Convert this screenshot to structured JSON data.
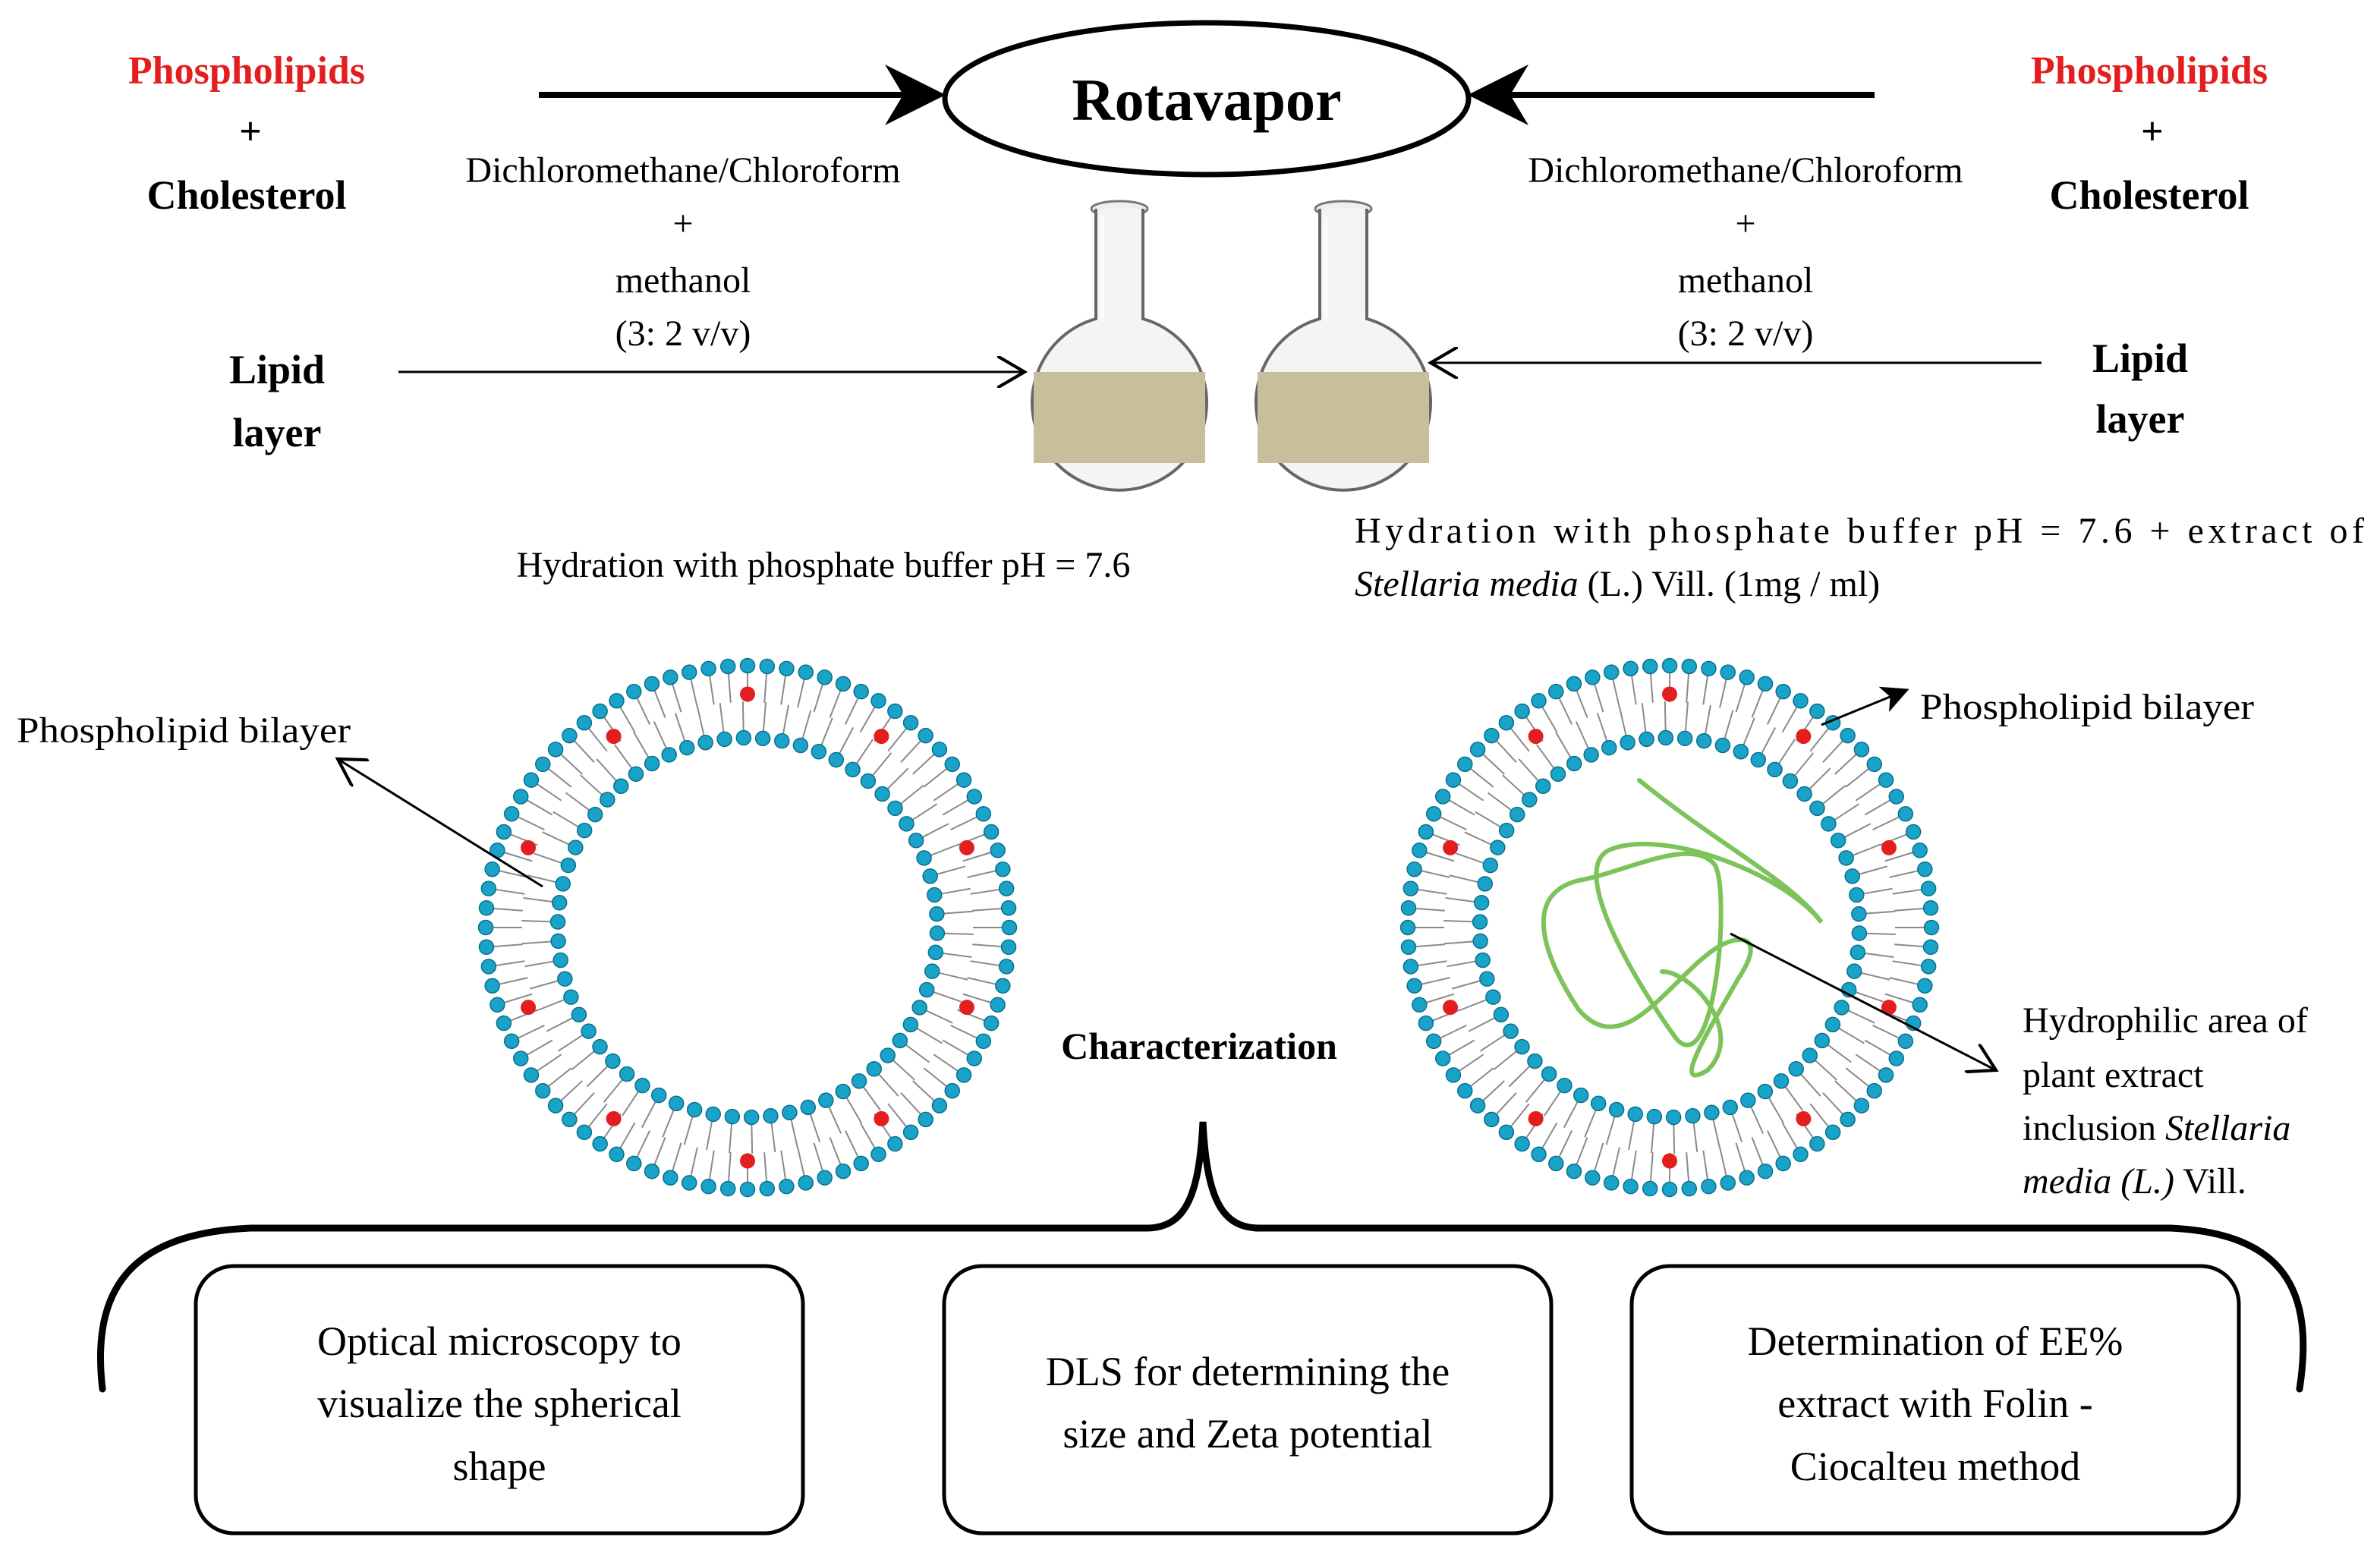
{
  "colors": {
    "red": "#e41e1e",
    "head": "#1aa3c9",
    "head_stroke": "#0b6f8c",
    "tail": "#8a8a8a",
    "liquid": "#c7bf9b",
    "plant": "#7cc35a"
  },
  "left_inputs": {
    "phospholipids": "Phospholipids",
    "plus": "+",
    "cholesterol": "Cholesterol"
  },
  "right_inputs": {
    "phospholipids": "Phospholipids",
    "plus": "+",
    "cholesterol": "Cholesterol"
  },
  "rotavapor": "Rotavapor",
  "left_solvent": {
    "line1": "Dichloromethane/Chloroform",
    "line2": "+",
    "line3": "methanol",
    "line4": "(3: 2 v/v)"
  },
  "right_solvent": {
    "line1": "Dichloromethane/Chloroform",
    "line2": "+",
    "line3": "methanol",
    "line4": "(3: 2 v/v)"
  },
  "left_lipid": {
    "line1": "Lipid",
    "line2": "layer"
  },
  "right_lipid": {
    "line1": "Lipid",
    "line2": "layer"
  },
  "left_hydration": "Hydration with phosphate buffer pH = 7.6",
  "right_hydration": {
    "line1": "Hydration with phosphate buffer pH = 7.6 + extract of",
    "line2_italic": "Stellaria media",
    "line2_rest": " (L.) Vill. (1mg / ml)"
  },
  "left_bilayer_label": "Phospholipid bilayer",
  "right_bilayer_label": "Phospholipid bilayer",
  "hydrophilic": {
    "line1": "Hydrophilic area of",
    "line2": "plant extract",
    "line3_plain": "inclusion ",
    "line3_italic": "Stellaria",
    "line4_italic": "media (L.)",
    "line4_plain": " Vill."
  },
  "characterization": "Characterization",
  "boxes": [
    {
      "l1": "Optical microscopy to",
      "l2": "visualize the spherical",
      "l3": "shape"
    },
    {
      "l1": "DLS for determining the",
      "l2": "size and Zeta potential"
    },
    {
      "l1": "Determination of EE%",
      "l2": "extract with Folin -",
      "l3": "Ciocalteu method"
    }
  ]
}
